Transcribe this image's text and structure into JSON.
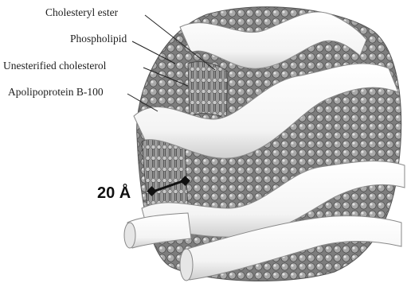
{
  "labels": {
    "cholesteryl_ester": "Cholesteryl ester",
    "phospholipid": "Phospholipid",
    "unesterified_cholesterol": "Unesterified cholesterol",
    "apolipoprotein": "Apolipoprotein B-100"
  },
  "scale_bar": {
    "label": "20 Å"
  },
  "colors": {
    "ink": "#1e1e1e",
    "particle_shading": "#8a8a8a",
    "protein_ribbon": "#f7f7f7"
  }
}
